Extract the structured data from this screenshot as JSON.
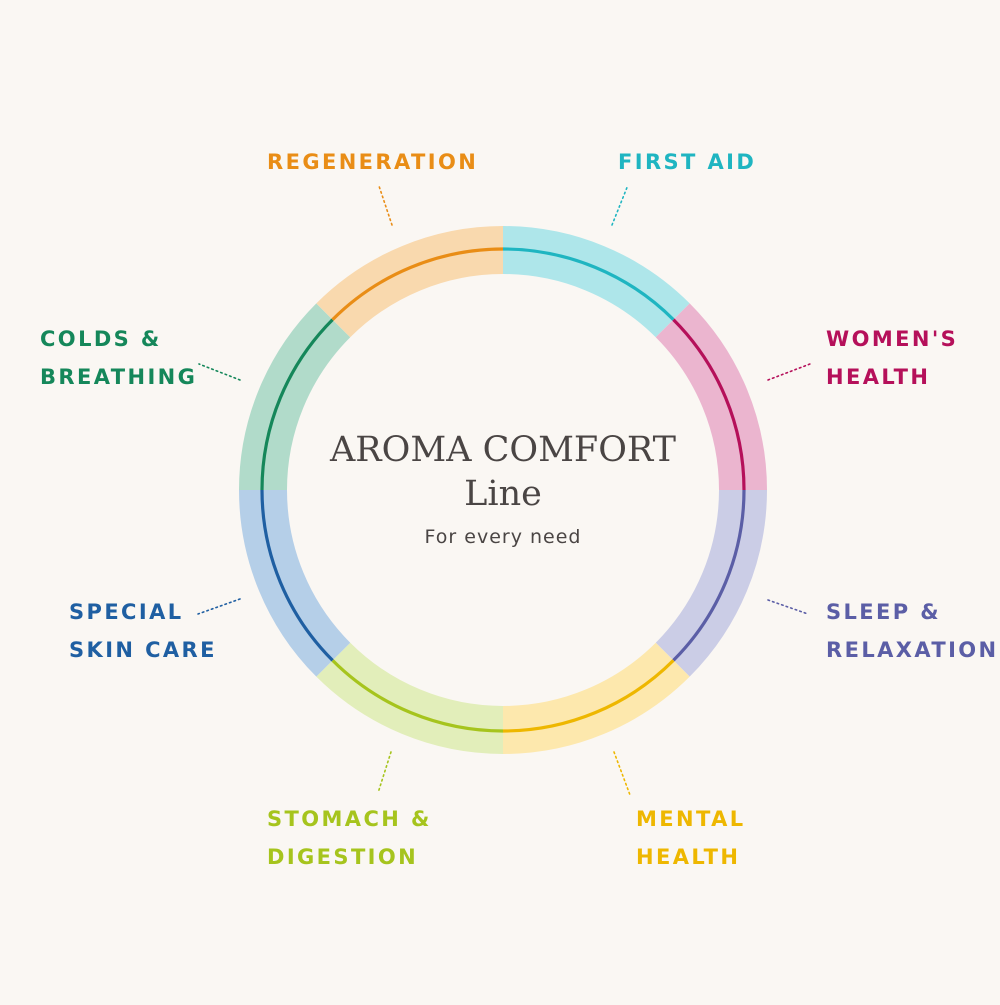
{
  "title": {
    "line1": "AROMA COMFORT",
    "line2": "Line",
    "tagline": "For every need"
  },
  "segments": [
    {
      "id": "first-aid",
      "lines": [
        "FIRST AID"
      ],
      "color": "#1fb5c1",
      "light": "#aee6ea"
    },
    {
      "id": "womens-health",
      "lines": [
        "WOMEN'S",
        "HEALTH"
      ],
      "color": "#b5105a",
      "light": "#ebb5cf"
    },
    {
      "id": "sleep-relaxation",
      "lines": [
        "SLEEP &",
        "RELAXATION"
      ],
      "color": "#5b5ea6",
      "light": "#cbcde6"
    },
    {
      "id": "mental-health",
      "lines": [
        "MENTAL",
        "HEALTH"
      ],
      "color": "#eeb700",
      "light": "#fde8ad"
    },
    {
      "id": "stomach-digestion",
      "lines": [
        "STOMACH &",
        "DIGESTION"
      ],
      "color": "#a6c41d",
      "light": "#e2eeba"
    },
    {
      "id": "special-skin-care",
      "lines": [
        "SPECIAL",
        "SKIN CARE"
      ],
      "color": "#1f5fa2",
      "light": "#b5cfe8"
    },
    {
      "id": "colds-breathing",
      "lines": [
        "COLDS &",
        "BREATHING"
      ],
      "color": "#15875a",
      "light": "#b1dbca"
    },
    {
      "id": "regeneration",
      "lines": [
        "REGENERATION"
      ],
      "color": "#e98d16",
      "light": "#f9d9ae"
    }
  ]
}
